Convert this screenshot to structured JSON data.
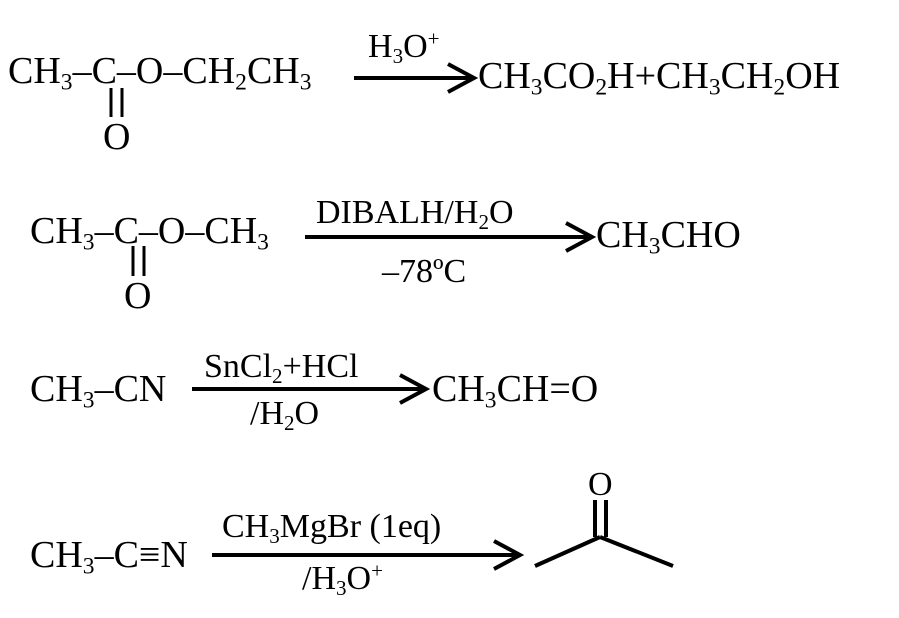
{
  "reactions": [
    {
      "reactant": {
        "a": "CH",
        "a_sub": "3",
        "b": "–C–O–CH",
        "b_sub": "2",
        "c": "CH",
        "c_sub": "3",
        "carbonyl_o": "O"
      },
      "reagent_above": {
        "a": "H",
        "a_sub": "3",
        "b": "O",
        "b_sup": "+"
      },
      "product": {
        "p1": "CH",
        "p1_sub": "3",
        "p2": "CO",
        "p2_sub": "2",
        "p3": "H+CH",
        "p3_sub": "3",
        "p4": "CH",
        "p4_sub": "2",
        "p5": "OH"
      }
    },
    {
      "reactant": {
        "a": "CH",
        "a_sub": "3",
        "b": "–C–O–CH",
        "b_sub": "3",
        "carbonyl_o": "O"
      },
      "reagent_above": {
        "a": "DIBALH/H",
        "a_sub": "2",
        "b": "O"
      },
      "reagent_below": "–78ºC",
      "product": {
        "p1": "CH",
        "p1_sub": "3",
        "p2": "CHO"
      }
    },
    {
      "reactant": {
        "a": "CH",
        "a_sub": "3",
        "b": "–CN"
      },
      "reagent_above": {
        "a": "SnCl",
        "a_sub": "2",
        "b": "+HCl"
      },
      "reagent_below": {
        "a": "/H",
        "a_sub": "2",
        "b": "O"
      },
      "product": {
        "p1": "CH",
        "p1_sub": "3",
        "p2": "CH=O"
      }
    },
    {
      "reactant": {
        "a": "CH",
        "a_sub": "3",
        "b": "–C≡N"
      },
      "reagent_above": {
        "a": "CH",
        "a_sub": "3",
        "b": "MgBr (1eq)"
      },
      "reagent_below": {
        "a": "/H",
        "a_sub": "3",
        "b": "O",
        "b_sup": "+"
      },
      "product": {
        "type": "skeletal-structure",
        "name": "acetone",
        "o_label": "O"
      }
    }
  ]
}
